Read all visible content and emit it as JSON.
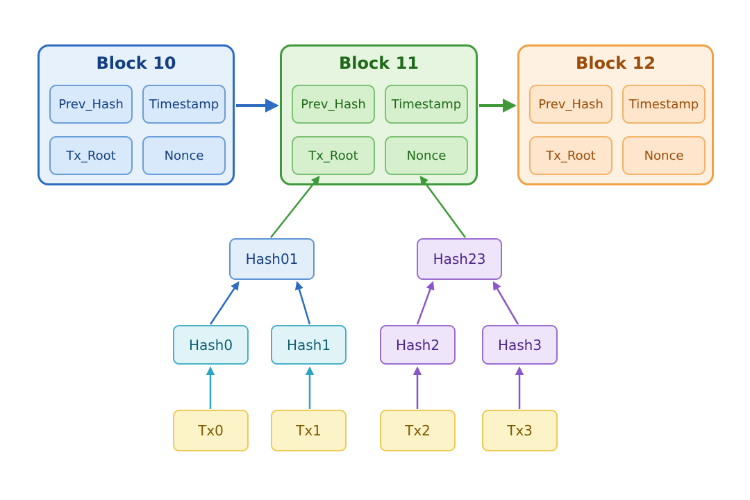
{
  "colors": {
    "blue": "#2d6cc0",
    "green": "#3e9a38",
    "orange": "#f0a245",
    "teal": "#2ba6c2",
    "purple": "#8a55c8",
    "yellow": "#efcb56"
  },
  "blocks": [
    {
      "title": "Block 10",
      "fields": [
        "Prev_Hash",
        "Timestamp",
        "Tx_Root",
        "Nonce"
      ]
    },
    {
      "title": "Block 11",
      "fields": [
        "Prev_Hash",
        "Timestamp",
        "Tx_Root",
        "Nonce"
      ]
    },
    {
      "title": "Block 12",
      "fields": [
        "Prev_Hash",
        "Timestamp",
        "Tx_Root",
        "Nonce"
      ]
    }
  ],
  "merkle": {
    "hash01": "Hash01",
    "hash23": "Hash23",
    "hash0": "Hash0",
    "hash1": "Hash1",
    "hash2": "Hash2",
    "hash3": "Hash3",
    "tx0": "Tx0",
    "tx1": "Tx1",
    "tx2": "Tx2",
    "tx3": "Tx3"
  }
}
